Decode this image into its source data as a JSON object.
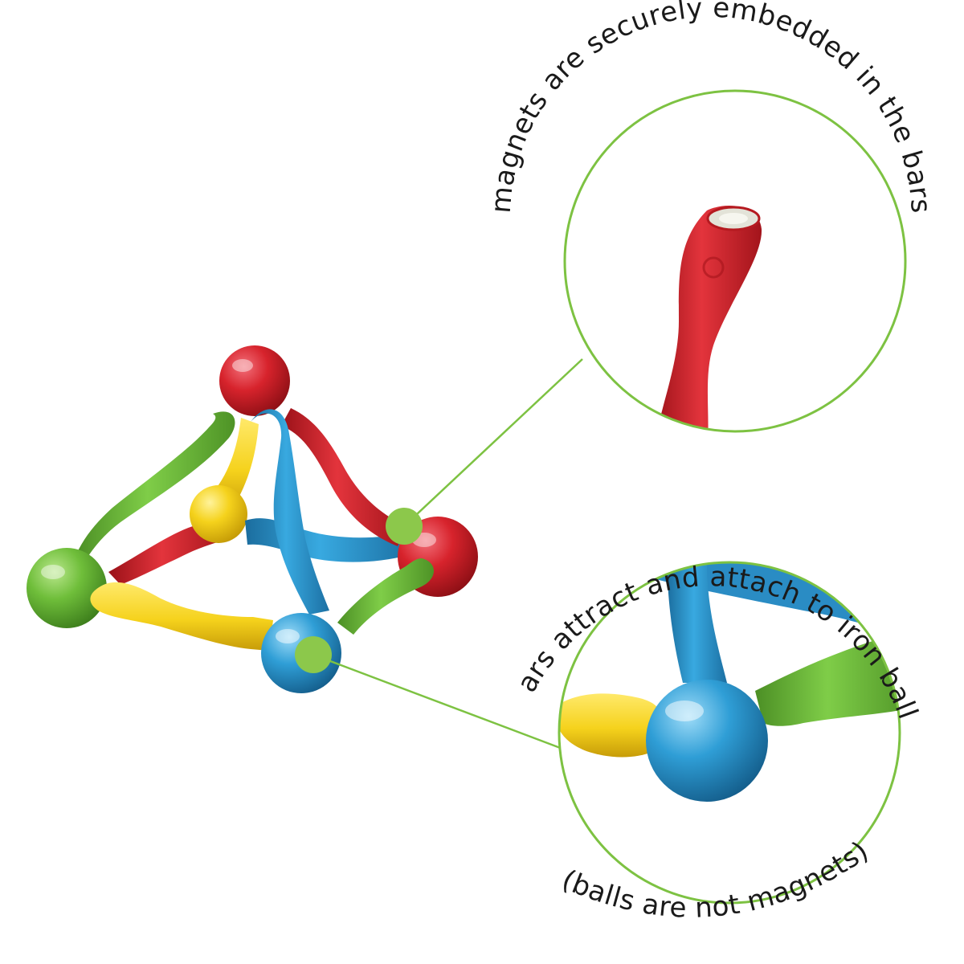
{
  "callouts": {
    "top": {
      "text": "magnets are securely embedded in the bars"
    },
    "bottom": {
      "text": "bars attract and attach to iron balls",
      "note": "(balls are not magnets)"
    }
  },
  "colors": {
    "callout_line": "#7dc242",
    "marker_dot": "#8cc84b",
    "red": "#d7232c",
    "green": "#6fbe3a",
    "yellow": "#f5d21c",
    "blue": "#2f9ed6",
    "background": "#ffffff",
    "text": "#1a1a1a"
  }
}
